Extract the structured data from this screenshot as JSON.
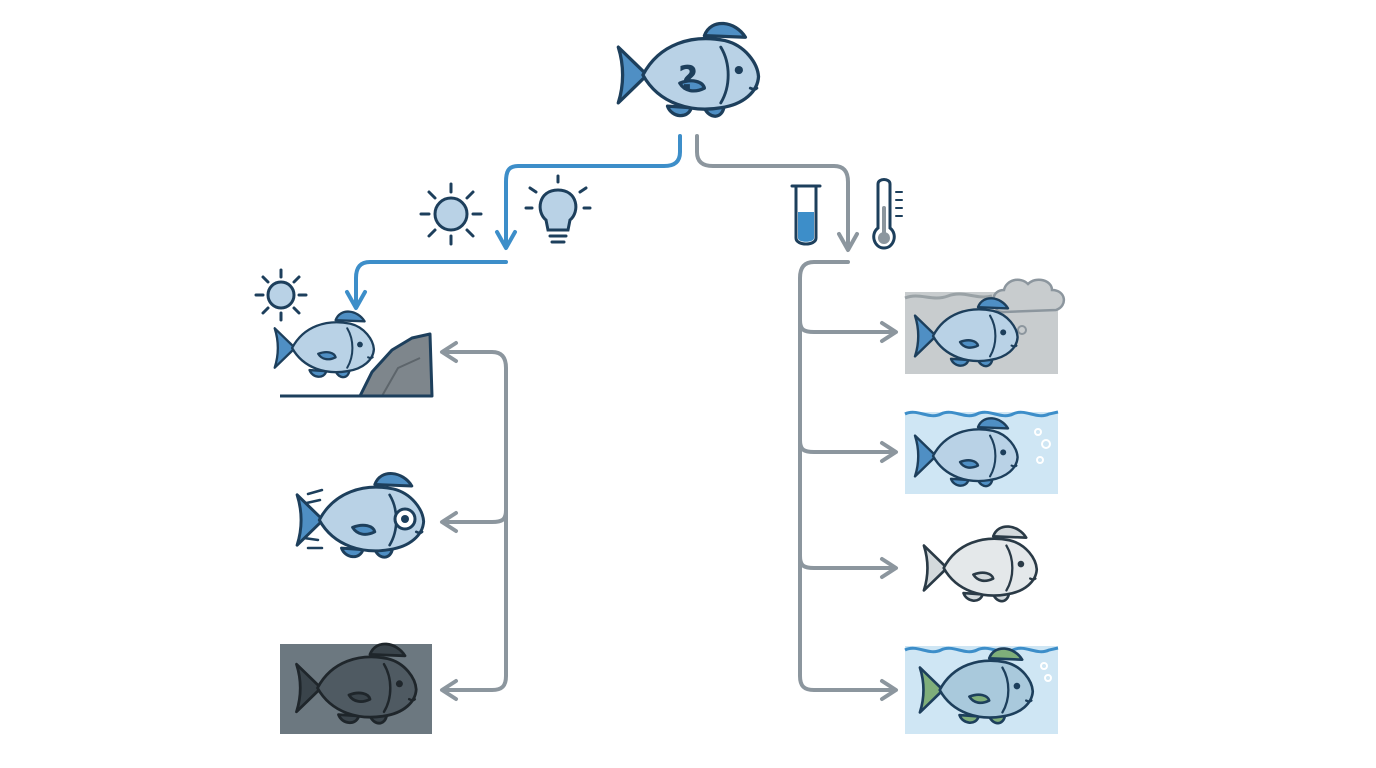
{
  "root": {
    "symbol": "?"
  },
  "branches": [
    {
      "id": "light",
      "color": "#3d8ec9",
      "icons": [
        "sun-icon",
        "light-bulb-icon"
      ]
    },
    {
      "id": "water",
      "color": "#8c969e",
      "icons": [
        "test-tube-icon",
        "thermometer-icon"
      ]
    }
  ],
  "left_outcomes": [
    "fish-near-rock-in-sunlight",
    "fish-swimming-fast",
    "dark-fish-in-dark-water"
  ],
  "right_outcomes": [
    "fish-in-murky-water",
    "fish-in-clear-water-with-bubbles",
    "pale-fish",
    "green-fish-in-water"
  ],
  "colors": {
    "blue_line": "#3d8ec9",
    "gray_line": "#8c969e",
    "fish_fill": "#b9d2e6",
    "fish_fin": "#4f8fc4",
    "outline": "#1d3f5c",
    "water": "#cfe6f4",
    "murky": "#c8ccce",
    "dark_box": "#6c7880"
  }
}
